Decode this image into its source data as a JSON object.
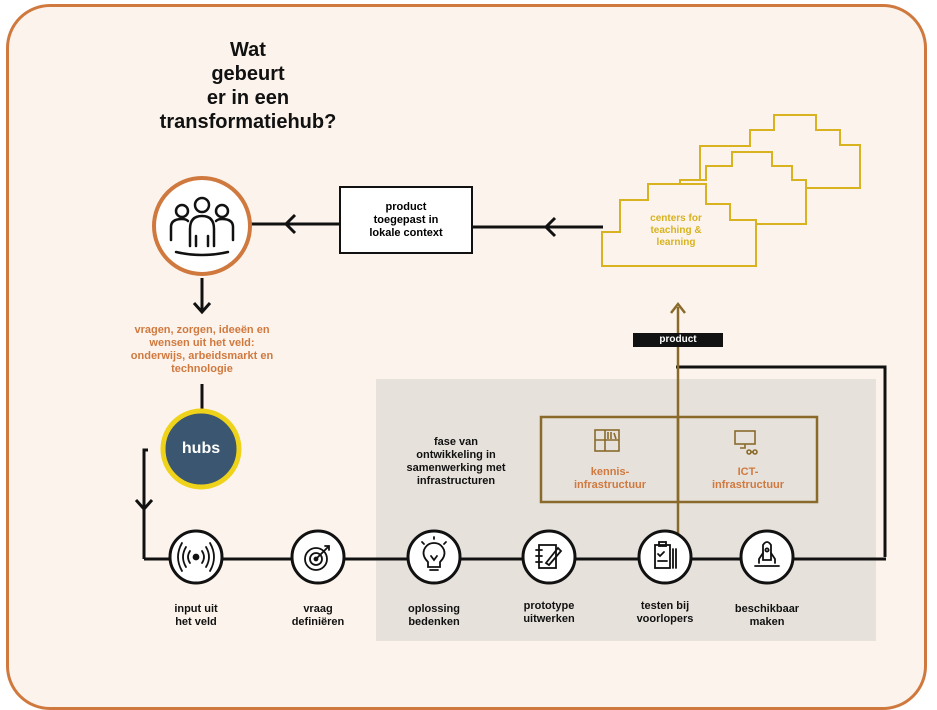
{
  "title": [
    "Wat",
    "gebeurt",
    "er in een",
    "transformatiehub?"
  ],
  "product_box": [
    "product",
    "toegepast in",
    "lokale context"
  ],
  "centers": [
    "centers for",
    "teaching &",
    "learning"
  ],
  "product_pill": "product",
  "field_input": [
    "vragen, zorgen, ideeën en",
    "wensen uit het veld:",
    "onderwijs, arbeidsmarkt en",
    "technologie"
  ],
  "hubs": "hubs",
  "phase": [
    "fase van",
    "ontwikkeling in",
    "samenwerking met",
    "infrastructuren"
  ],
  "infra": {
    "knowledge": [
      "kennis-",
      "infrastructuur"
    ],
    "ict": [
      "ICT-",
      "infrastructuur"
    ]
  },
  "steps": [
    {
      "icon": "radio-waves-icon",
      "label": [
        "input uit",
        "het veld"
      ]
    },
    {
      "icon": "target-icon",
      "label": [
        "vraag",
        "definiëren"
      ]
    },
    {
      "icon": "lightbulb-icon",
      "label": [
        "oplossing",
        "bedenken"
      ]
    },
    {
      "icon": "notebook-pen-icon",
      "label": [
        "prototype",
        "uitwerken"
      ]
    },
    {
      "icon": "clipboard-check-icon",
      "label": [
        "testen bij",
        "voorlopers"
      ]
    },
    {
      "icon": "rocket-icon",
      "label": [
        "beschikbaar",
        "maken"
      ]
    }
  ],
  "colors": {
    "orange": "#d0793f",
    "gold": "#d8b21f",
    "brown": "#8a6a2b",
    "navy": "#3a5670",
    "shade": "#e6e1db"
  }
}
